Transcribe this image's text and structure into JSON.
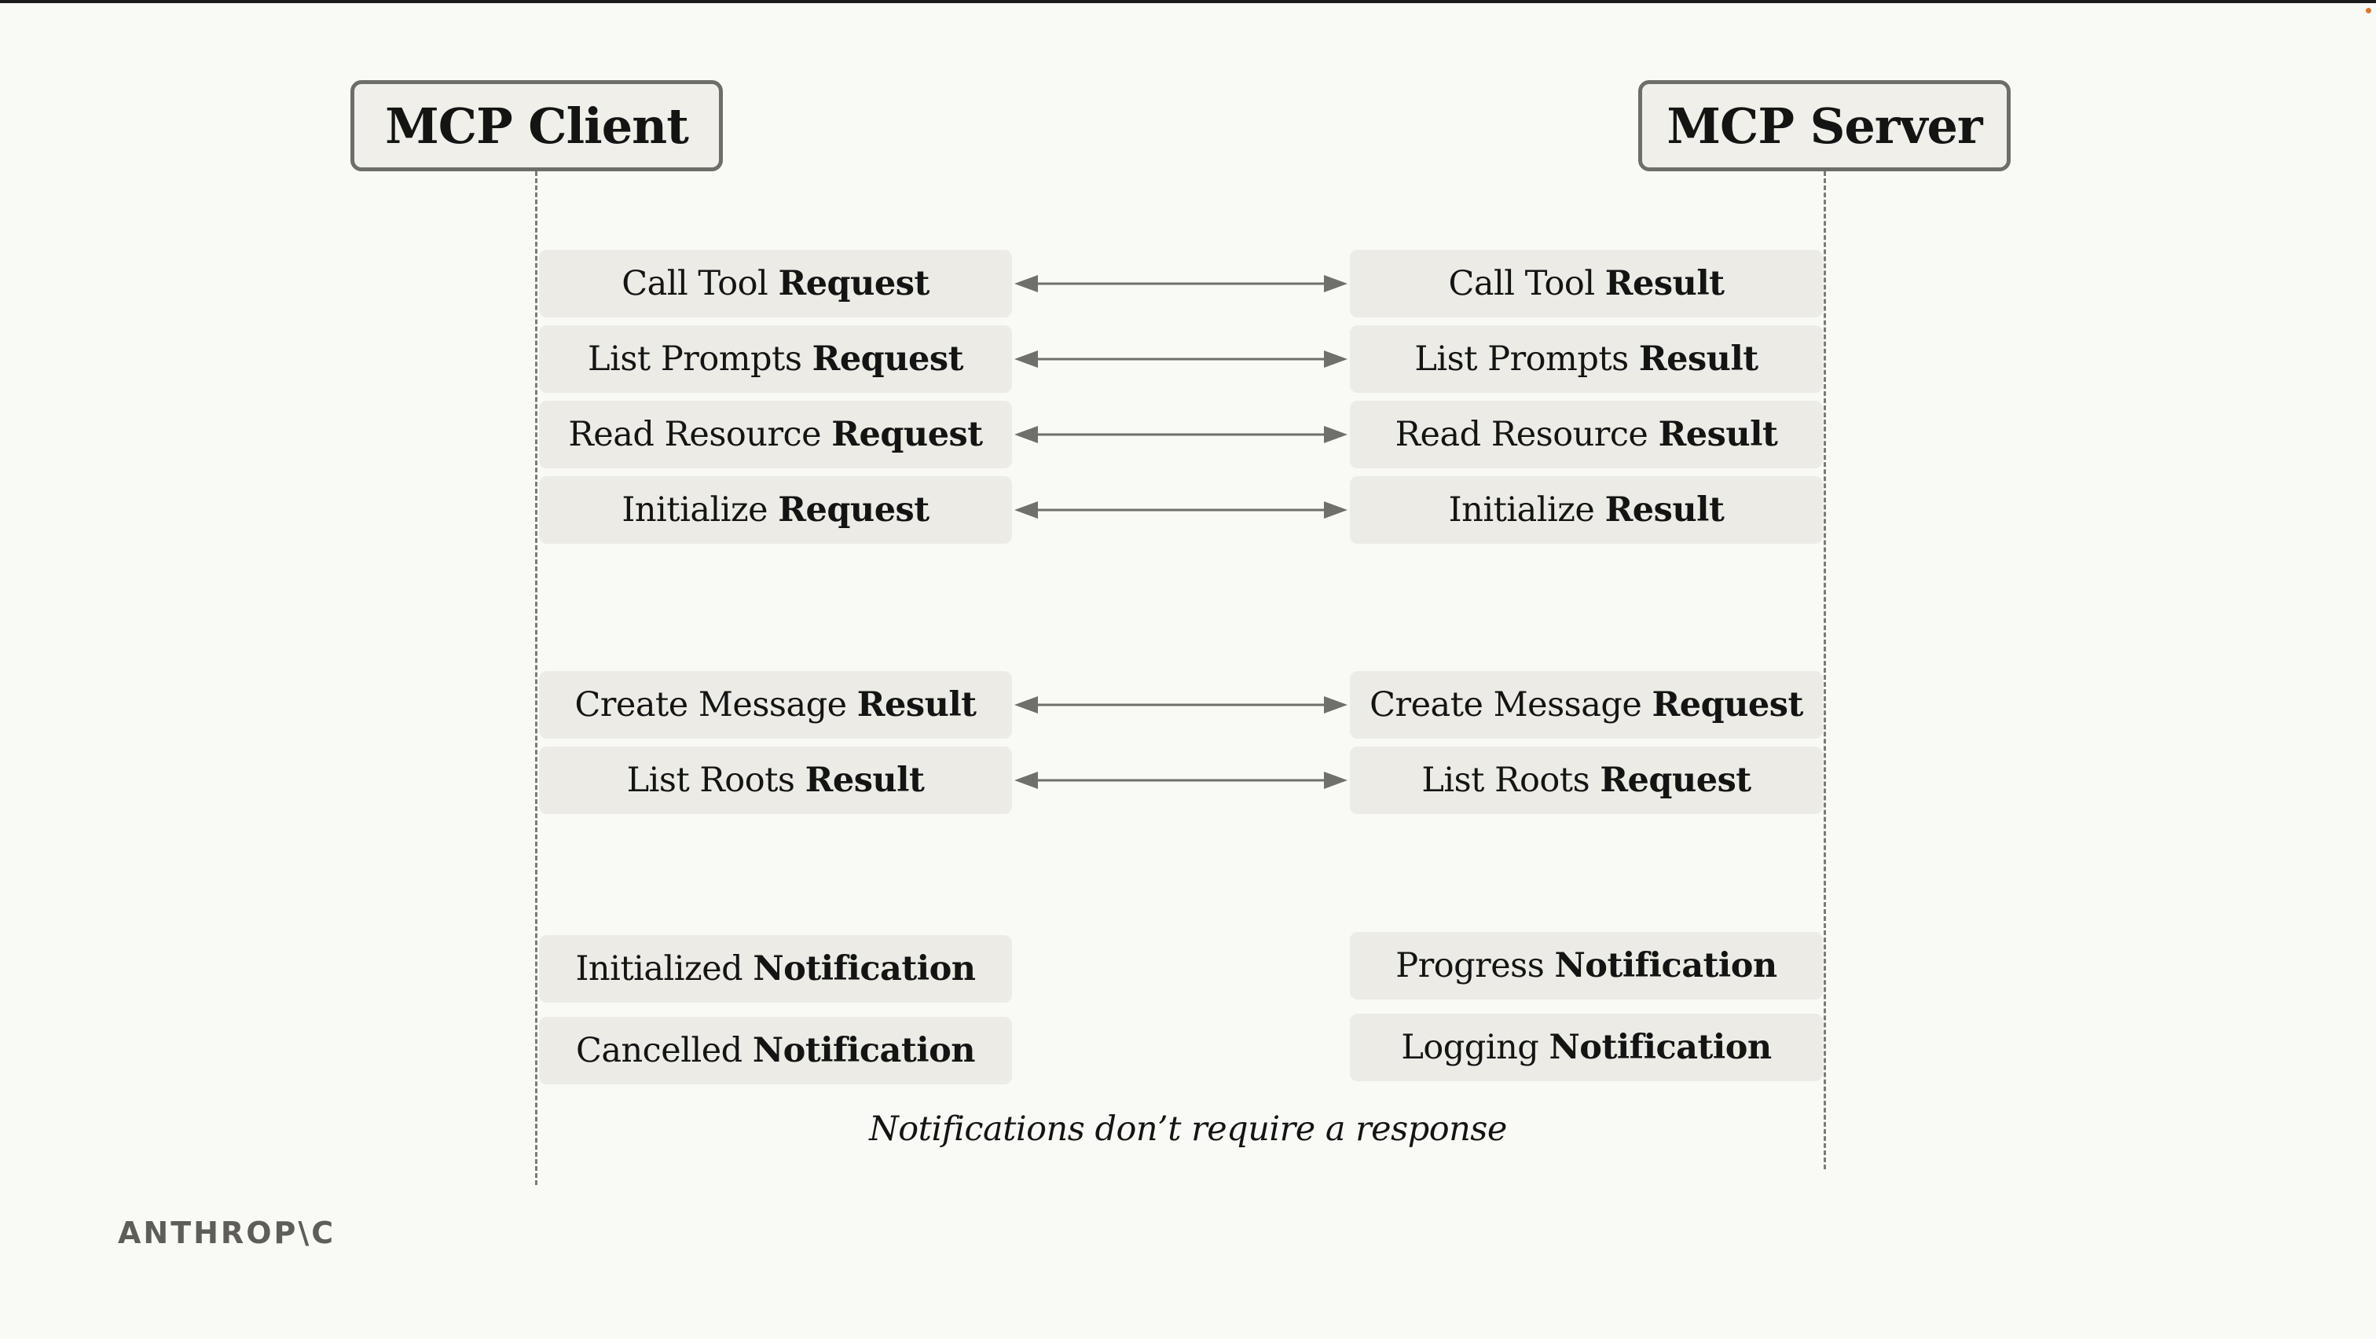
{
  "actors": {
    "client": "MCP Client",
    "server": "MCP Server"
  },
  "messages": {
    "client": [
      {
        "plain": "Call Tool ",
        "bold": "Request"
      },
      {
        "plain": "List Prompts ",
        "bold": "Request"
      },
      {
        "plain": "Read Resource ",
        "bold": "Request"
      },
      {
        "plain": "Initialize ",
        "bold": "Request"
      },
      {
        "plain": "Create Message ",
        "bold": "Result"
      },
      {
        "plain": "List Roots ",
        "bold": "Result"
      },
      {
        "plain": "Initialized ",
        "bold": "Notification"
      },
      {
        "plain": "Cancelled ",
        "bold": "Notification"
      }
    ],
    "server": [
      {
        "plain": "Call Tool ",
        "bold": "Result"
      },
      {
        "plain": "List Prompts ",
        "bold": "Result"
      },
      {
        "plain": "Read Resource ",
        "bold": "Result"
      },
      {
        "plain": "Initialize ",
        "bold": "Result"
      },
      {
        "plain": "Create Message ",
        "bold": "Request"
      },
      {
        "plain": "List Roots ",
        "bold": "Request"
      },
      {
        "plain": "Progress ",
        "bold": "Notification"
      },
      {
        "plain": "Logging ",
        "bold": "Notification"
      }
    ]
  },
  "note": "Notifications don’t require a response",
  "brand": "ANTHROP\\C",
  "colors": {
    "background": "#f9f9f5",
    "box_fill": "#ecebe6",
    "border": "#6d6d6a",
    "arrow": "#6f6f6b",
    "brand": "#5e5d59"
  }
}
